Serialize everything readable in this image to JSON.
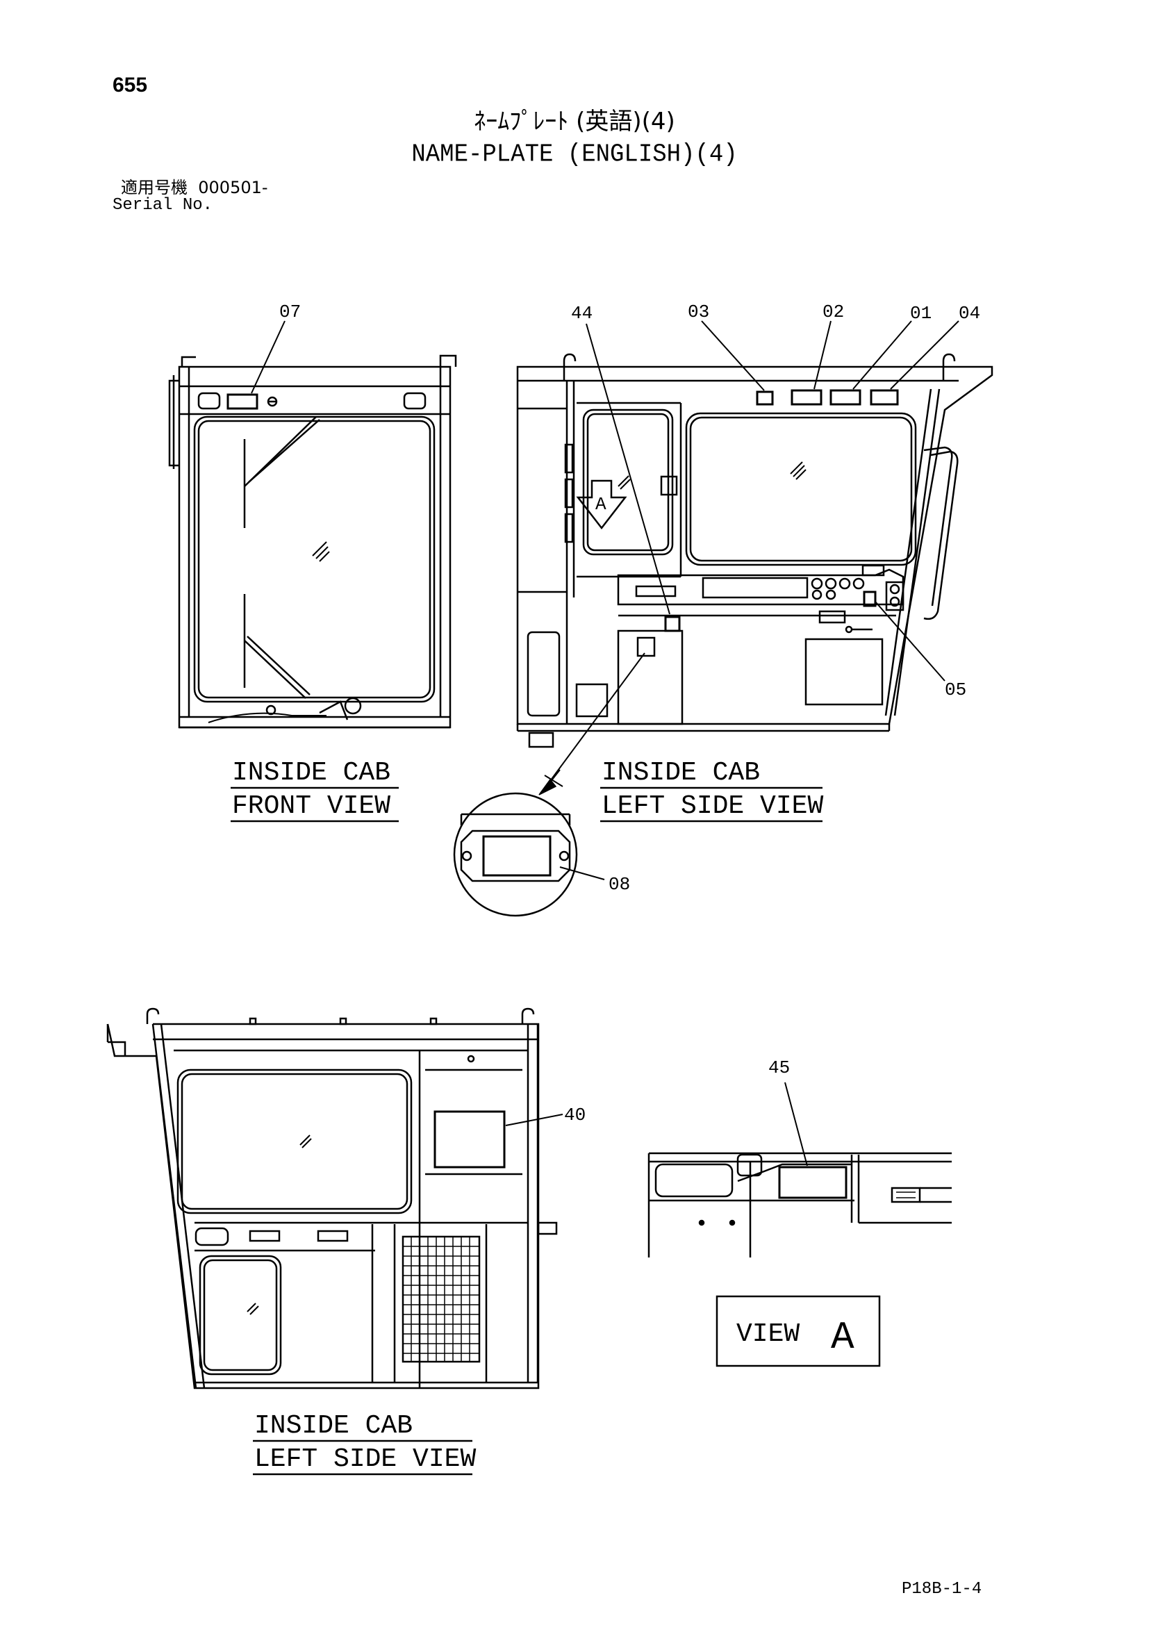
{
  "header": {
    "page_number": "655",
    "title_jp": "ﾈｰﾑﾌﾟﾚｰﾄ (英語)(4)",
    "title_en": "NAME-PLATE (ENGLISH)(4)",
    "serial_label_jp": "適用号機",
    "serial_range": "000501-",
    "serial_label_en": "Serial No."
  },
  "views": {
    "front_view": {
      "line1": "INSIDE CAB",
      "line2": "FRONT VIEW"
    },
    "left_view_top": {
      "line1": "INSIDE CAB",
      "line2": "LEFT SIDE VIEW"
    },
    "left_view_bottom": {
      "line1": "INSIDE CAB",
      "line2": "LEFT SIDE VIEW"
    },
    "view_a": {
      "label": "VIEW",
      "letter": "A"
    },
    "section_marker": "A"
  },
  "callouts": {
    "c07": "07",
    "c44": "44",
    "c03": "03",
    "c02": "02",
    "c01": "01",
    "c04": "04",
    "c05": "05",
    "c08": "08",
    "c40": "40",
    "c45": "45"
  },
  "footer": {
    "page_code": "P18B-1-4"
  }
}
